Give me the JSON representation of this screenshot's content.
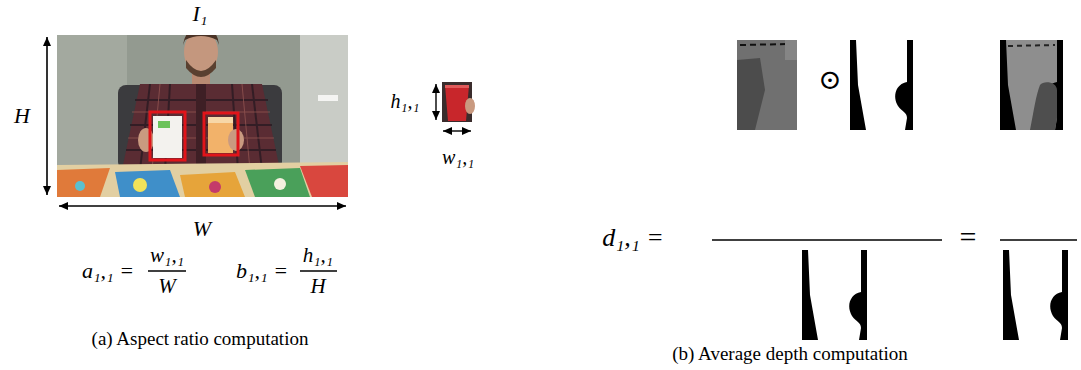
{
  "diagram": {
    "labels": [
      "I₁",
      "H",
      "W",
      "h₁,₁",
      "w₁,₁",
      "a₁,₁ =",
      "w₁,₁",
      "W",
      "b₁,₁ =",
      "h₁,₁",
      "H",
      "d₁,₁ =",
      "⊙",
      "=",
      "(a) Aspect ratio computation",
      "(b) Average depth computation"
    ]
  }
}
